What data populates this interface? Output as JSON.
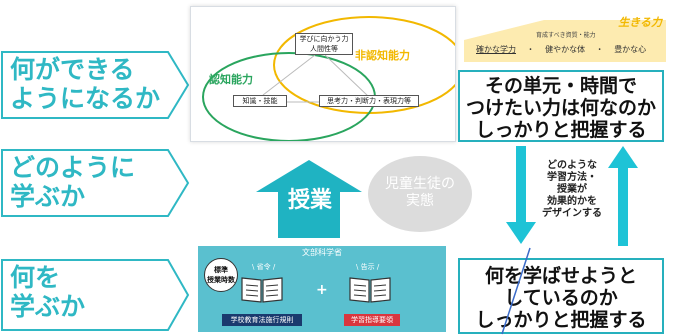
{
  "left": {
    "what_can": [
      "何ができる",
      "ようになるか"
    ],
    "how_learn": [
      "どのように",
      "学ぶか"
    ],
    "what_learn": [
      "何を",
      "学ぶか"
    ]
  },
  "top_panel": {
    "cognitive": "認知能力",
    "non_cognitive": "非認知能力",
    "motivation": [
      "学びに向かう力",
      "人間性等"
    ],
    "knowledge": "知識・技能",
    "thinking": "思考力・判断力・表現力等"
  },
  "ikiru": {
    "title": "生きる力",
    "subtitle": "育成すべき資質・能力",
    "items": [
      "確かな学力",
      "健やかな体",
      "豊かな心"
    ],
    "dot": "・"
  },
  "right_top_box": [
    "その単元・時間で",
    "つけたい力は何なのか",
    "しっかりと把握する"
  ],
  "right_bottom_box": [
    "何を学ばせようと",
    "しているのか",
    "しっかりと把握する"
  ],
  "middle": {
    "jugyo": "授業",
    "student": [
      "児童生徒の",
      "実態"
    ],
    "design": [
      "どのような",
      "学習方法・",
      "授業が",
      "効果的かを",
      "デザインする"
    ]
  },
  "ministry": {
    "title": "文部科学省",
    "standard": [
      "標準",
      "授業時数"
    ],
    "ordinance": "省令",
    "notice": "告示",
    "plus": "+",
    "law_label": "学校教育法施行規則",
    "guideline_label": "学習指導要領"
  },
  "colors": {
    "teal": "#2fb8c4",
    "green": "#2aa55e",
    "yellow": "#f2b800",
    "arrow_cyan": "#1ec3d6",
    "navy": "#1a3a6e",
    "red": "#d9363e"
  }
}
